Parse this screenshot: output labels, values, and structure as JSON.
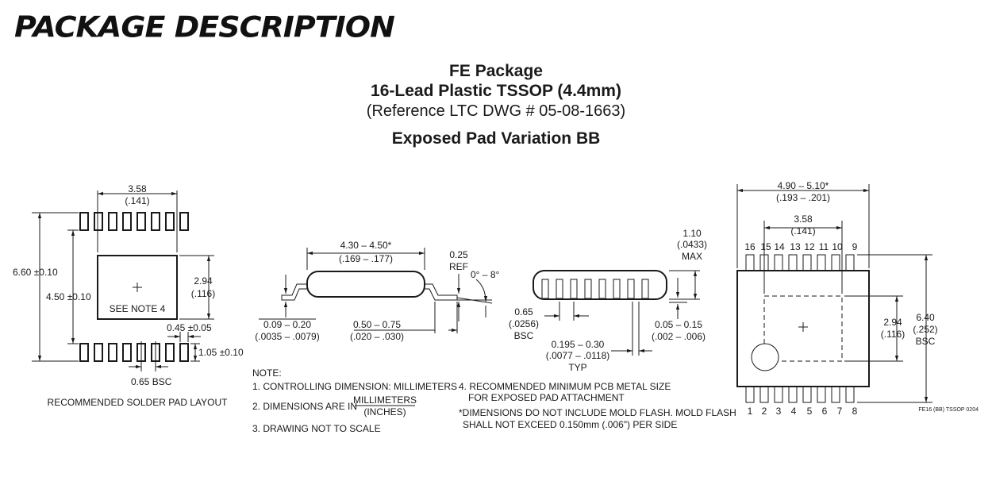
{
  "heading": "PACKAGE DESCRIPTION",
  "title": {
    "line1": "FE Package",
    "line2": "16-Lead Plastic TSSOP (4.4mm)",
    "line3": "(Reference LTC DWG # 05-08-1663)",
    "line4": "Exposed Pad Variation BB"
  },
  "pad_layout": {
    "dim_top": "3.58",
    "dim_top_in": "(.141)",
    "dim_left_outer": "6.60 ±0.10",
    "dim_left_inner": "4.50 ±0.10",
    "dim_right": "2.94",
    "dim_right_in": "(.116)",
    "see_note": "SEE NOTE 4",
    "dim_pad_w": "0.45 ±0.05",
    "dim_pad_h": "1.05 ±0.10",
    "dim_pitch": "0.65 BSC",
    "caption": "RECOMMENDED SOLDER PAD LAYOUT"
  },
  "side_view_1": {
    "dim_len": "4.30 – 4.50*",
    "dim_len_in": "(.169 – .177)",
    "ref_val": "0.25",
    "ref_label": "REF",
    "angle": "0° – 8°",
    "dim_lead_t": "0.09 – 0.20",
    "dim_lead_t_in": "(.0035 – .0079)",
    "dim_foot": "0.50 – 0.75",
    "dim_foot_in": "(.020 – .030)"
  },
  "side_view_2": {
    "dim_h": "1.10",
    "dim_h_in": "(.0433)",
    "dim_h_max": "MAX",
    "dim_pitch": "0.65",
    "dim_pitch_in": "(.0256)",
    "dim_pitch_bsc": "BSC",
    "dim_standoff": "0.05 – 0.15",
    "dim_standoff_in": "(.002 – .006)",
    "dim_lead_w": "0.195 – 0.30",
    "dim_lead_w_in": "(.0077 – .0118)",
    "dim_lead_w_typ": "TYP"
  },
  "top_view": {
    "dim_w": "4.90 – 5.10*",
    "dim_w_in": "(.193 – .201)",
    "dim_pad": "3.58",
    "dim_pad_in": "(.141)",
    "dim_pad_h": "2.94",
    "dim_pad_h_in": "(.116)",
    "dim_h": "6.40",
    "dim_h_in": "(.252)",
    "dim_h_bsc": "BSC",
    "top_pins": [
      "16",
      "15",
      "14",
      "13",
      "12",
      "11",
      "10",
      "9"
    ],
    "bottom_pins": [
      "1",
      "2",
      "3",
      "4",
      "5",
      "6",
      "7",
      "8"
    ],
    "drawing_code": "FE16 (BB) TSSOP 0204"
  },
  "notes": {
    "header": "NOTE:",
    "n1": "1. CONTROLLING DIMENSION: MILLIMETERS",
    "n2_prefix": "2. DIMENSIONS ARE IN",
    "n2_num": "MILLIMETERS",
    "n2_den": "(INCHES)",
    "n3": "3. DRAWING NOT TO SCALE",
    "n4a": "4. RECOMMENDED MINIMUM PCB METAL SIZE",
    "n4b": "FOR EXPOSED PAD ATTACHMENT",
    "n5a": "*DIMENSIONS DO NOT INCLUDE MOLD FLASH. MOLD FLASH",
    "n5b": "SHALL NOT EXCEED 0.150mm (.006\") PER SIDE"
  }
}
